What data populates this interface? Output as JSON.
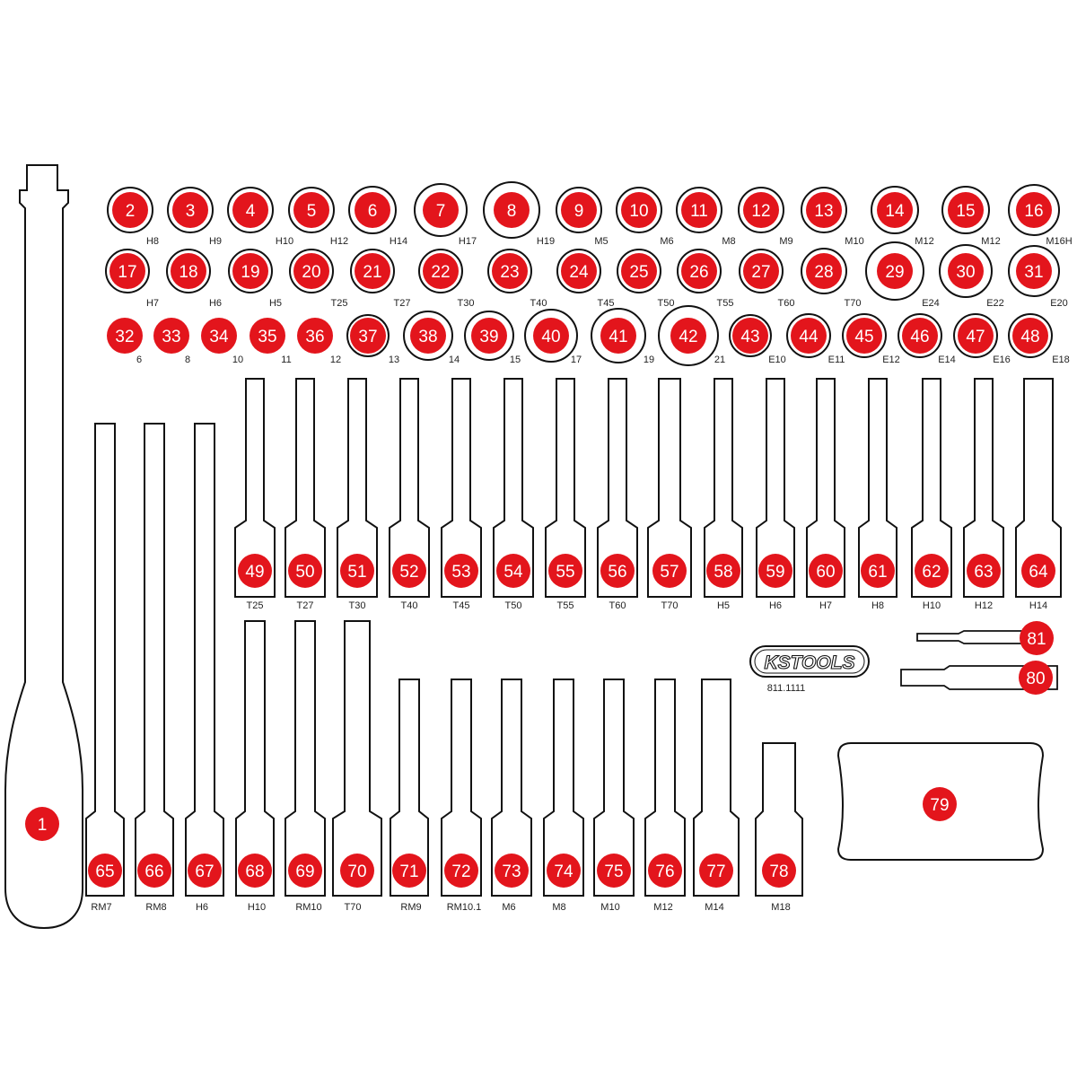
{
  "colors": {
    "marker": "#e3151c",
    "outline": "#111111",
    "background": "#ffffff"
  },
  "handle": {
    "number": "1"
  },
  "sockets_row1": [
    {
      "n": "2",
      "label": "H8"
    },
    {
      "n": "3",
      "label": "H9"
    },
    {
      "n": "4",
      "label": "H10"
    },
    {
      "n": "5",
      "label": "H12"
    },
    {
      "n": "6",
      "label": "H14"
    },
    {
      "n": "7",
      "label": "H17"
    },
    {
      "n": "8",
      "label": "H19"
    },
    {
      "n": "9",
      "label": "M5"
    },
    {
      "n": "10",
      "label": "M6"
    },
    {
      "n": "11",
      "label": "M8"
    },
    {
      "n": "12",
      "label": "M9"
    },
    {
      "n": "13",
      "label": "M10"
    },
    {
      "n": "14",
      "label": "M12"
    },
    {
      "n": "15",
      "label": "M12"
    },
    {
      "n": "16",
      "label": "M16H"
    }
  ],
  "sockets_row2": [
    {
      "n": "17",
      "label": "H7"
    },
    {
      "n": "18",
      "label": "H6"
    },
    {
      "n": "19",
      "label": "H5"
    },
    {
      "n": "20",
      "label": "T25"
    },
    {
      "n": "21",
      "label": "T27"
    },
    {
      "n": "22",
      "label": "T30"
    },
    {
      "n": "23",
      "label": "T40"
    },
    {
      "n": "24",
      "label": "T45"
    },
    {
      "n": "25",
      "label": "T50"
    },
    {
      "n": "26",
      "label": "T55"
    },
    {
      "n": "27",
      "label": "T60"
    },
    {
      "n": "28",
      "label": "T70"
    },
    {
      "n": "29",
      "label": "E24"
    },
    {
      "n": "30",
      "label": "E22"
    },
    {
      "n": "31",
      "label": "E20"
    }
  ],
  "sockets_row3": [
    {
      "n": "32",
      "label": "6"
    },
    {
      "n": "33",
      "label": "8"
    },
    {
      "n": "34",
      "label": "10"
    },
    {
      "n": "35",
      "label": "11"
    },
    {
      "n": "36",
      "label": "12"
    },
    {
      "n": "37",
      "label": "13"
    },
    {
      "n": "38",
      "label": "14"
    },
    {
      "n": "39",
      "label": "15"
    },
    {
      "n": "40",
      "label": "17"
    },
    {
      "n": "41",
      "label": "19"
    },
    {
      "n": "42",
      "label": "21"
    },
    {
      "n": "43",
      "label": "E10"
    },
    {
      "n": "44",
      "label": "E11"
    },
    {
      "n": "45",
      "label": "E12"
    },
    {
      "n": "46",
      "label": "E14"
    },
    {
      "n": "47",
      "label": "E16"
    },
    {
      "n": "48",
      "label": "E18"
    }
  ],
  "bits_upper": [
    {
      "n": "49",
      "label": "T25"
    },
    {
      "n": "50",
      "label": "T27"
    },
    {
      "n": "51",
      "label": "T30"
    },
    {
      "n": "52",
      "label": "T40"
    },
    {
      "n": "53",
      "label": "T45"
    },
    {
      "n": "54",
      "label": "T50"
    },
    {
      "n": "55",
      "label": "T55"
    },
    {
      "n": "56",
      "label": "T60"
    },
    {
      "n": "57",
      "label": "T70"
    },
    {
      "n": "58",
      "label": "H5"
    },
    {
      "n": "59",
      "label": "H6"
    },
    {
      "n": "60",
      "label": "H7"
    },
    {
      "n": "61",
      "label": "H8"
    },
    {
      "n": "62",
      "label": "H10"
    },
    {
      "n": "63",
      "label": "H12"
    },
    {
      "n": "64",
      "label": "H14"
    }
  ],
  "bits_lower": [
    {
      "n": "65",
      "label": "RM7"
    },
    {
      "n": "66",
      "label": "RM8"
    },
    {
      "n": "67",
      "label": "H6"
    },
    {
      "n": "68",
      "label": "H10"
    },
    {
      "n": "69",
      "label": "RM10"
    },
    {
      "n": "70",
      "label": "T70"
    },
    {
      "n": "71",
      "label": "RM9"
    },
    {
      "n": "72",
      "label": "RM10.1"
    },
    {
      "n": "73",
      "label": "M6"
    },
    {
      "n": "74",
      "label": "M8"
    },
    {
      "n": "75",
      "label": "M10"
    },
    {
      "n": "76",
      "label": "M12"
    },
    {
      "n": "77",
      "label": "M14"
    },
    {
      "n": "78",
      "label": "M18"
    }
  ],
  "tray": {
    "number": "79"
  },
  "keys": [
    {
      "n": "80"
    },
    {
      "n": "81"
    }
  ],
  "logo": {
    "brand": "KSTOOLS",
    "code": "811.1111"
  }
}
